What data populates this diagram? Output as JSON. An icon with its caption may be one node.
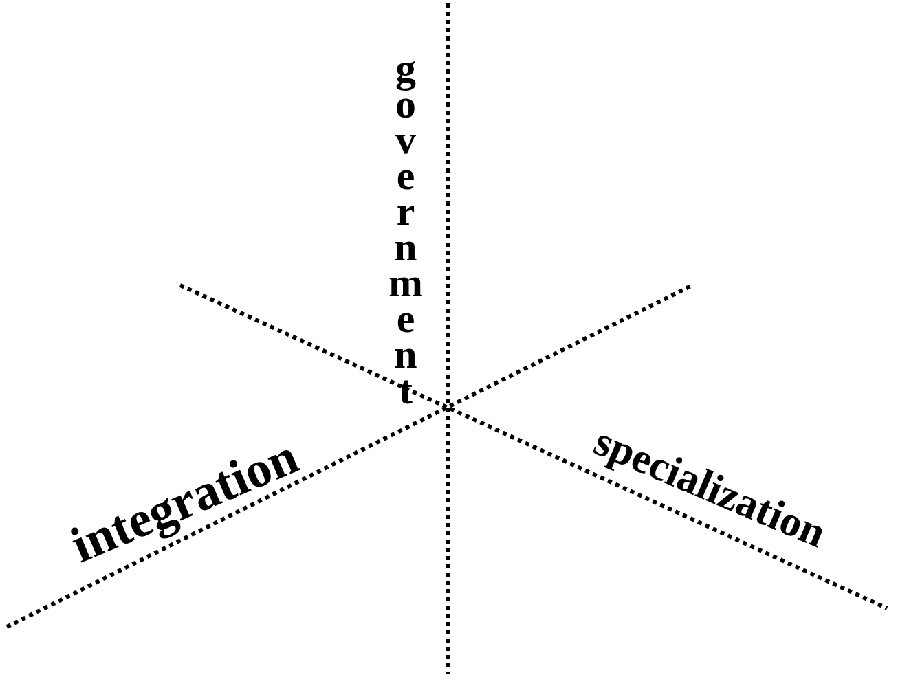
{
  "diagram": {
    "labels": [
      "government",
      "integration",
      "specialization"
    ]
  }
}
